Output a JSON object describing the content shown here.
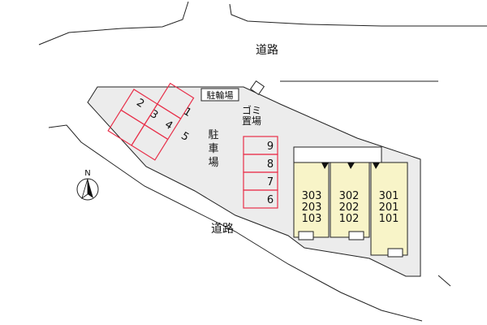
{
  "roads": {
    "north_label": "道路",
    "south_label": "道路"
  },
  "facilities": {
    "bicycle_parking": "駐輪場",
    "garbage_area_line1": "ゴミ",
    "garbage_area_line2": "置場",
    "parking_chars": [
      "駐",
      "車",
      "場"
    ]
  },
  "parking_left": [
    "1",
    "2",
    "3",
    "4",
    "5"
  ],
  "parking_right": [
    "9",
    "8",
    "7",
    "6"
  ],
  "building": {
    "units": [
      {
        "top": "303",
        "mid": "203",
        "bot": "103"
      },
      {
        "top": "302",
        "mid": "202",
        "bot": "102"
      },
      {
        "top": "301",
        "mid": "201",
        "bot": "101"
      }
    ]
  },
  "compass": {
    "north": "N"
  },
  "colors": {
    "site_fill": "#ececec",
    "parking_stroke": "#e8304a",
    "building_fill": "#f8f4c8"
  }
}
